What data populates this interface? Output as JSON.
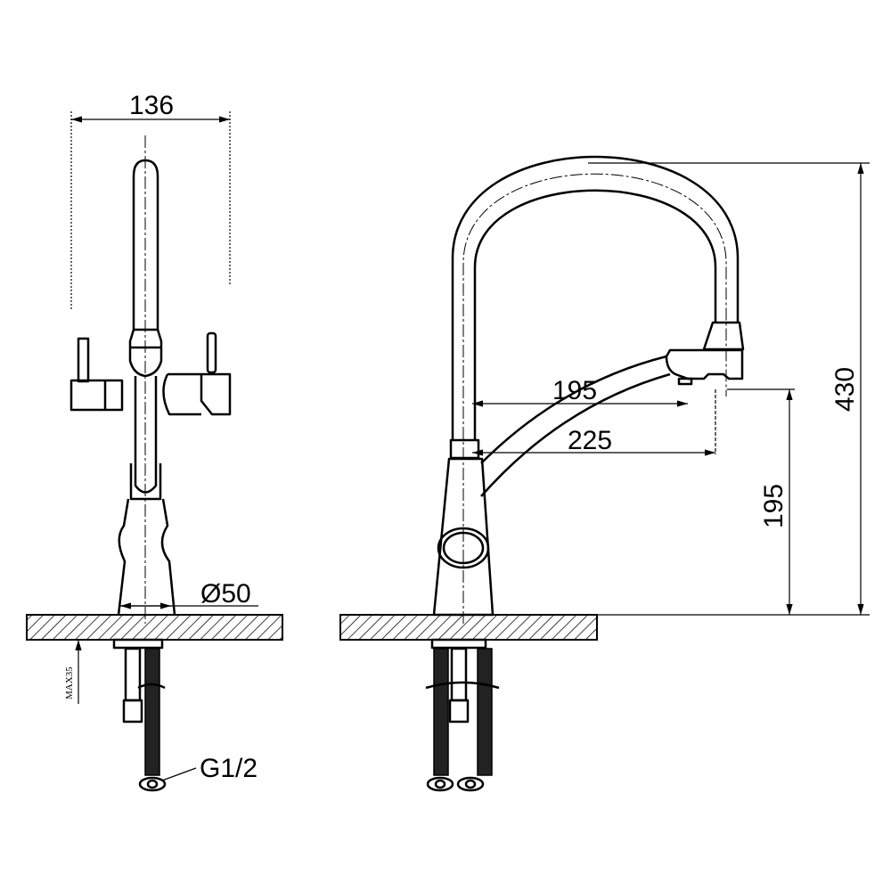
{
  "drawing": {
    "front_view": {
      "width_dim": "136",
      "base_diameter": "Ø50",
      "max_thickness": "MAX35",
      "thread": "G1/2"
    },
    "side_view": {
      "reach_195": "195",
      "reach_225": "225",
      "height_total": "430",
      "height_outlet": "195"
    },
    "colors": {
      "line": "#000000",
      "background": "#ffffff"
    }
  }
}
